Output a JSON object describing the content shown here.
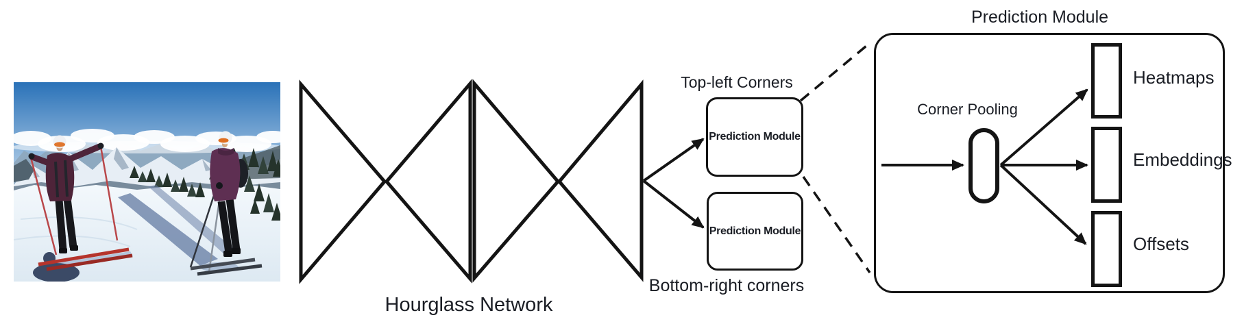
{
  "figure": {
    "photo": {
      "alt": "Two skiers in plum jackets and white helmets posing on a snowy mountain slope with a mountain range, clouds and conifer trees behind"
    },
    "hourglass": {
      "label": "Hourglass Network"
    },
    "branch_top": {
      "caption": "Top-left Corners",
      "box_label": "Prediction Module"
    },
    "branch_bottom": {
      "caption": "Bottom-right corners",
      "box_label": "Prediction Module"
    },
    "detail": {
      "title": "Prediction Module",
      "pooling_label": "Corner Pooling",
      "outputs": [
        {
          "label": "Heatmaps"
        },
        {
          "label": "Embeddings"
        },
        {
          "label": "Offsets"
        }
      ]
    },
    "colors": {
      "line": "#141414",
      "text": "#1a1d24",
      "background": "#ffffff"
    }
  }
}
